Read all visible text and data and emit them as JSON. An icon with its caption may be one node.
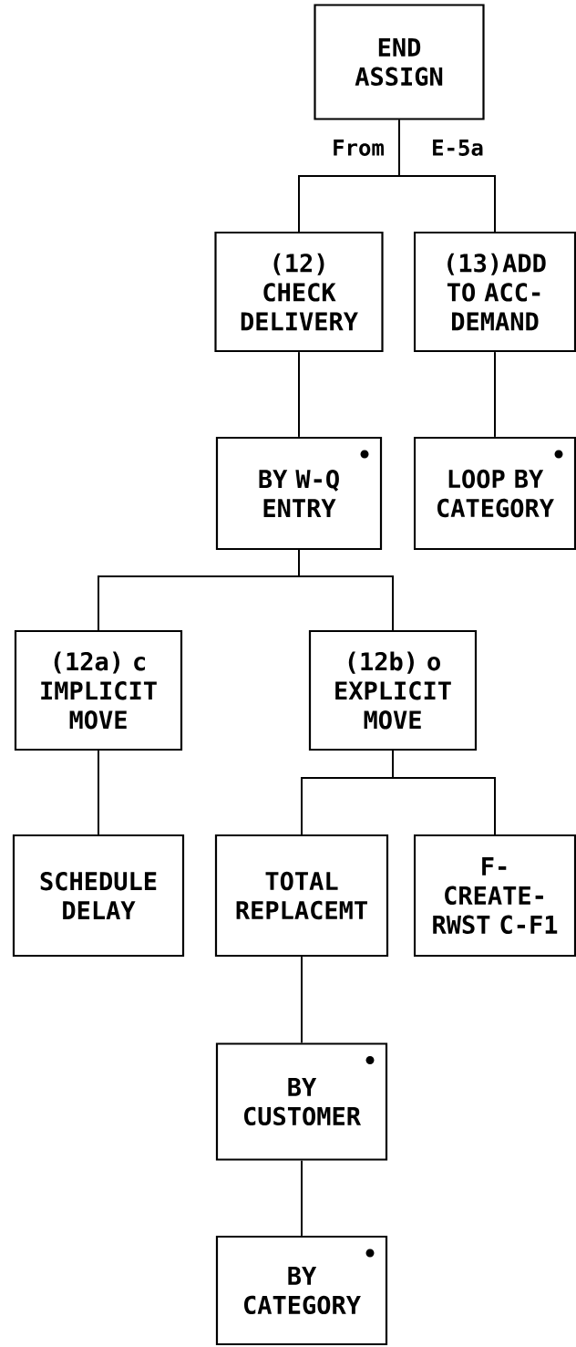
{
  "diagram": {
    "nodes": [
      {
        "text": [
          "END ASSIGN"
        ]
      },
      {
        "text": [
          "(12) CHECK DELIVERY"
        ]
      },
      {
        "text": [
          "(13)ADD TO ACC-DEMAND"
        ]
      },
      {
        "text": [
          "BY W-Q ENTRY"
        ]
      },
      {
        "text": [
          "LOOP BY CATEGORY"
        ]
      },
      {
        "text": [
          "(12a) c IMPLICIT MOVE"
        ]
      },
      {
        "text": [
          "(12b) o EXPLICIT MOVE"
        ]
      },
      {
        "text": [
          "SCHEDULE DELAY"
        ]
      },
      {
        "text": [
          "TOTAL REPLACEMT"
        ]
      },
      {
        "text": [
          "F- CREATE- RWST C-F1"
        ]
      },
      {
        "text": [
          "BY CUSTOMER"
        ]
      },
      {
        "text": [
          "BY CATEGORY"
        ]
      }
    ],
    "edges": [
      {
        "from": 0,
        "to": 1,
        "arrow": "none"
      },
      {
        "from": 0,
        "to": 2,
        "arrow": "none"
      },
      {
        "from": 1,
        "to": 3,
        "arrow": "none"
      },
      {
        "from": 2,
        "to": 4,
        "arrow": "none"
      },
      {
        "from": 3,
        "to": 5,
        "arrow": "none"
      },
      {
        "from": 3,
        "to": 6,
        "arrow": "none"
      },
      {
        "from": 5,
        "to": 7,
        "arrow": "none"
      },
      {
        "from": 6,
        "to": 8,
        "arrow": "none"
      },
      {
        "from": 6,
        "to": 9,
        "arrow": "none"
      },
      {
        "from": 8,
        "to": 10,
        "arrow": "none"
      },
      {
        "from": 10,
        "to": 11,
        "arrow": "none"
      }
    ],
    "labels": [
      "From",
      "E-5a"
    ]
  }
}
